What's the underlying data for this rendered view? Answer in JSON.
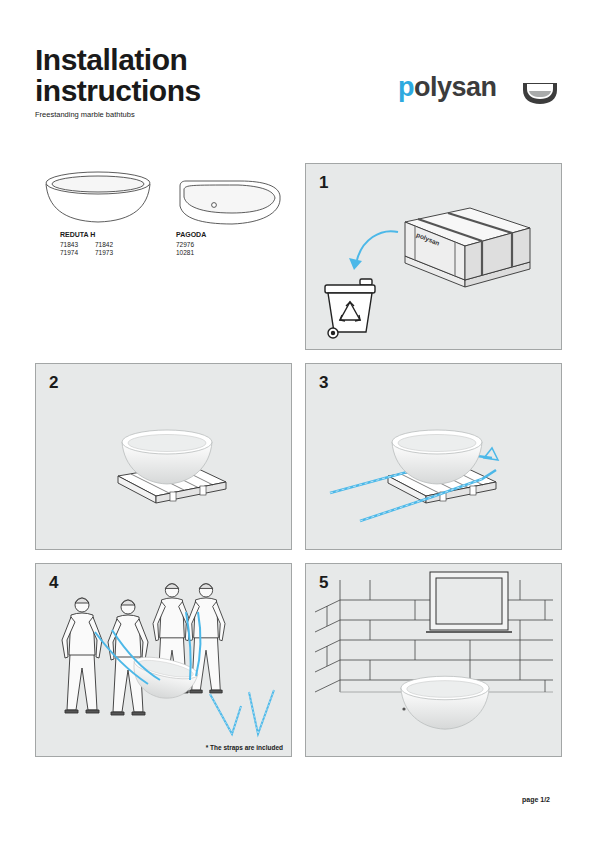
{
  "diagram": {
    "title": "Installation instructions",
    "nodes": [
      {
        "text": [
          "1"
        ]
      },
      {
        "text": [
          "2"
        ]
      },
      {
        "text": [
          "3"
        ]
      },
      {
        "text": [
          "4",
          "* The straps are included"
        ]
      },
      {
        "text": [
          "5"
        ]
      }
    ],
    "labels": [
      "Freestanding marble bathtubs",
      "polysan",
      "REDUTA H",
      "71843",
      "71842",
      "71974",
      "71973",
      "PAGODA",
      "72976",
      "10281",
      "polysan",
      "page 1/2"
    ]
  }
}
